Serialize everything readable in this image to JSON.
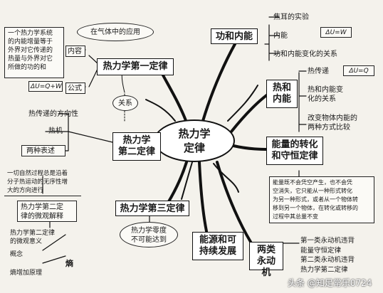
{
  "center": "热力学\n定律",
  "first_law": {
    "title": "热力学第一定律",
    "context_bubble": "在气体中的应用",
    "relation_bubble": "关系",
    "content_label": "内容",
    "content_text": "一个热力学系统\n的内能增量等于\n外界对它传递的\n热量与外界对它\n所做的功的和",
    "formula_label": "公式",
    "formula": "ΔU=Q+W"
  },
  "work_energy": {
    "title": "功和内能",
    "items": [
      "焦耳的实验",
      "内能",
      "功和内能变化的关系"
    ],
    "formula": "ΔU=W"
  },
  "heat_energy": {
    "title": "热和\n内能",
    "items": [
      "热传递",
      "热和内能变\n化的关系",
      "改变物体内能的\n两种方式比较"
    ],
    "formula": "ΔU=Q"
  },
  "conservation": {
    "title": "能量的转化\n和守恒定律",
    "text": "能量既不会凭空产生，也不会凭\n空消失，它只能从一种形式转化\n为另一种形式，或者从一个物体转\n移到另一个物体，在转化或转移的\n过程中其总量不变"
  },
  "second_law": {
    "title": "热力学\n第二定律",
    "items": [
      "热传递的方向性",
      "热机",
      "两种表述"
    ],
    "micro_text": "一切自然过程总是沿着\n分子热运动的无序性增\n大的方向进行",
    "micro_title": "热力学第二定\n律的微观解释",
    "micro_meaning": "热力学第二定律\n的微观意义",
    "entropy": "熵",
    "concept": "概念",
    "principle": "熵增加原理"
  },
  "third_law": {
    "title": "热力学第三定律",
    "text": "热力学零度\n不可能达到"
  },
  "energy_sources": {
    "title": "能源和可\n持续发展"
  },
  "perpetual": {
    "title": "两类\n永动机",
    "text": "第一类永动机违背\n能量守恒定律\n第二类永动机违背\n热力学第二定律"
  },
  "watermark": "头条 @知足常乐0724"
}
